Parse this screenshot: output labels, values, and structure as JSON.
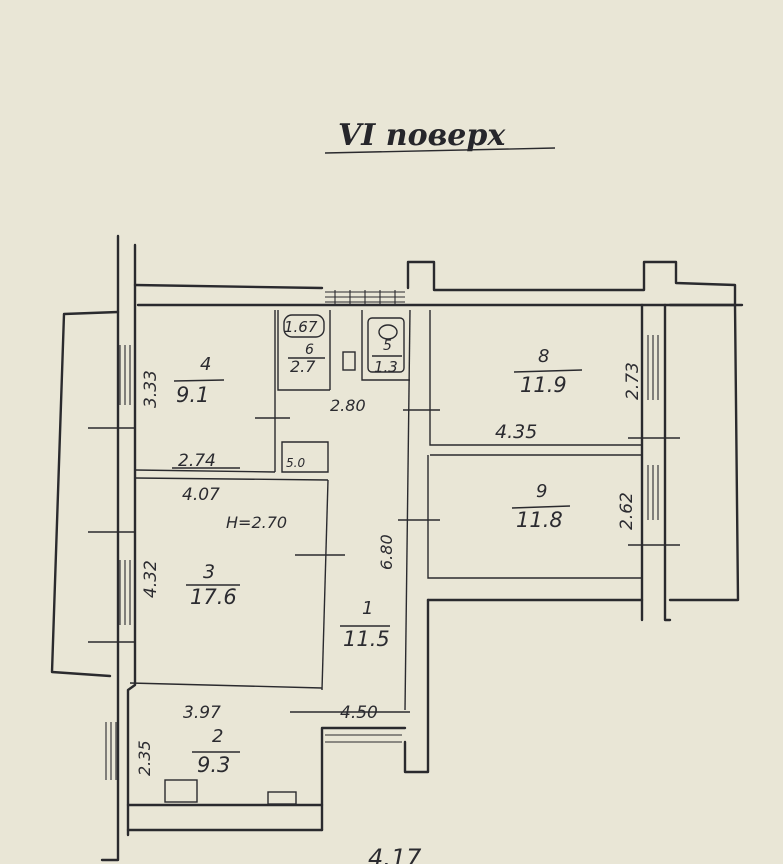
{
  "title": "VI поверх",
  "rooms": [
    {
      "number": "4",
      "area": "9.1"
    },
    {
      "number": "6",
      "area": "2.7"
    },
    {
      "number": "5",
      "area": "1.3"
    },
    {
      "number": "8",
      "area": "11.9"
    },
    {
      "number": "9",
      "area": "11.8"
    },
    {
      "number": "3",
      "area": "17.6"
    },
    {
      "number": "1",
      "area": "11.5"
    },
    {
      "number": "2",
      "area": "9.3"
    }
  ],
  "dimensions": {
    "d_333": "3.33",
    "d_274": "2.74",
    "d_167": "1.67",
    "d_280": "2.80",
    "d_273": "2.73",
    "d_435": "4.35",
    "d_262": "2.62",
    "d_407": "4.07",
    "h_270": "H=2.70",
    "d_680": "6.80",
    "d_432": "4.32",
    "d_450": "4.50",
    "d_397": "3.97",
    "d_235": "2.35",
    "d_50": "5.0"
  },
  "bottom_fragment": "4.17"
}
